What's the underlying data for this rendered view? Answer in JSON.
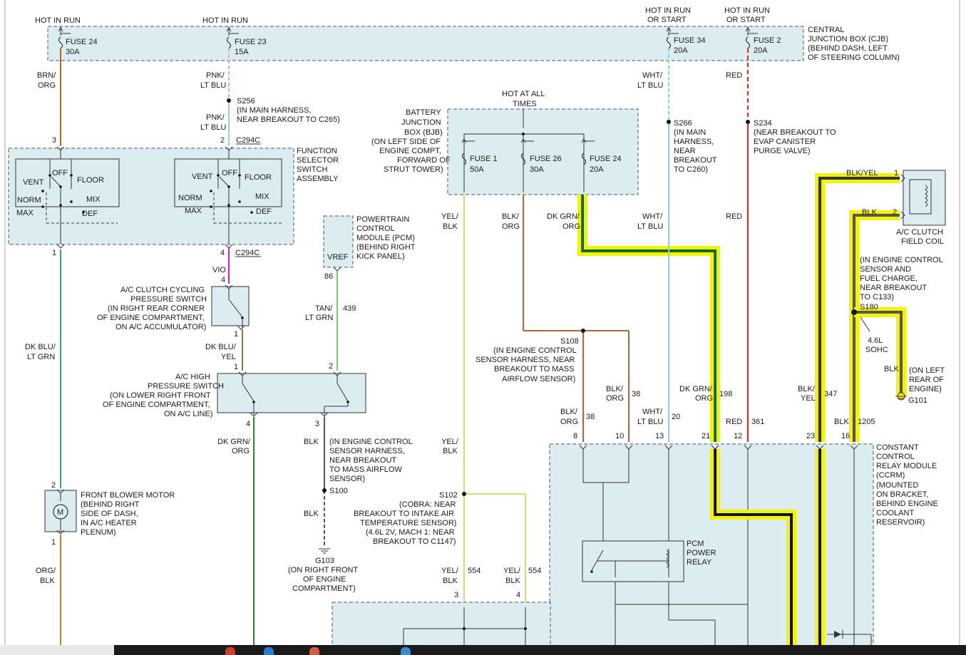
{
  "wire_colors": {
    "brn_org": "#b26a1c",
    "pnk_ltblu": "#e8a6c4",
    "ltblu": "#8fd0e6",
    "dkblu_ltgrn": "#3aa37a",
    "vio": "#d020d0",
    "dkblu_yel": "#8a7a40",
    "tan_ltgrn": "#7fcc6e",
    "yel_blk": "#d8d870",
    "blk_org": "#a86a3a",
    "dkgrn_org": "#2f8a2f",
    "dkgrn": "#0f6a2a",
    "blk_yel": "#333333",
    "blk": "#555555",
    "red": "#e82020",
    "highlight": "#f4f400"
  },
  "cjb": {
    "label": [
      "CENTRAL",
      "JUNCTION BOX (CJB)",
      "(BEHIND DASH, LEFT",
      "OF STEERING COLUMN)"
    ],
    "fuses": [
      {
        "hot": [
          "HOT IN RUN"
        ],
        "name": "FUSE 24",
        "amp": "30A"
      },
      {
        "hot": [
          "HOT IN RUN"
        ],
        "name": "FUSE 23",
        "amp": "15A"
      },
      {
        "hot": [
          "HOT IN RUN",
          "OR START"
        ],
        "name": "FUSE 34",
        "amp": "20A"
      },
      {
        "hot": [
          "HOT IN RUN",
          "OR START"
        ],
        "name": "FUSE 2",
        "amp": "20A"
      }
    ]
  },
  "wires": {
    "brn_org": [
      "BRN/",
      "ORG"
    ],
    "pnk_ltblu_1": [
      "PNK/",
      "LT BLU"
    ],
    "pnk_ltblu_2": [
      "PNK/",
      "LT BLU"
    ],
    "wht_ltblu_1": [
      "WHT/",
      "LT BLU"
    ],
    "red_1": "RED",
    "yel_blk_1": [
      "YEL/",
      "BLK"
    ],
    "blk_org_1": [
      "BLK/",
      "ORG"
    ],
    "dkgrn_org_1": [
      "DK GRN/",
      "ORG"
    ],
    "wht_ltblu_2": [
      "WHT/",
      "LT BLU"
    ],
    "red_2": "RED",
    "blk_yel_1": "BLK/YEL",
    "blk_1": "BLK",
    "vio": "VIO",
    "tan_ltgrn": [
      "TAN/",
      "LT GRN"
    ],
    "c439": "439",
    "dkblu_ltgrn": [
      "DK BLU/",
      "LT GRN"
    ],
    "dkblu_yel": [
      "DK BLU/",
      "YEL"
    ],
    "blk_org_2": [
      "BLK/",
      "ORG"
    ],
    "c38a": "38",
    "blk_org_3": [
      "BLK/",
      "ORG"
    ],
    "c38b": "38",
    "dkgrn_org_2": [
      "DK GRN/",
      "ORG"
    ],
    "c198": "198",
    "blk_yel_2": [
      "BLK/",
      "YEL"
    ],
    "c347": "347",
    "wht_ltblu_3": [
      "WHT/",
      "LT BLU"
    ],
    "c20": "20",
    "red_3": "RED",
    "c361": "361",
    "blk_2": "BLK",
    "c1205": "1205",
    "dkgrn_org_3": [
      "DK GRN/",
      "ORG"
    ],
    "blk_3": "BLK",
    "blk_4": "BLK",
    "yel_blk_2": [
      "YEL/",
      "BLK"
    ],
    "yel_blk_3": [
      "YEL/",
      "BLK"
    ],
    "c554a": "554",
    "yel_blk_4": [
      "YEL/",
      "BLK"
    ],
    "c554b": "554",
    "org_blk": [
      "ORG/",
      "BLK"
    ],
    "blk_5": "BLK"
  },
  "splices": {
    "s256": [
      "S256",
      "(IN MAIN HARNESS,",
      "NEAR BREAKOUT TO C265)"
    ],
    "s266": [
      "S266",
      "(IN MAIN",
      "HARNESS,",
      "NEAR",
      "BREAKOUT",
      "TO C260)"
    ],
    "s234": [
      "S234",
      "(NEAR BREAKOUT TO",
      "EVAP CANISTER",
      "PURGE VALVE)"
    ],
    "s108": [
      "S108",
      "(IN ENGINE CONTROL",
      "SENSOR HARNESS, NEAR",
      "BREAKOUT TO MASS",
      "AIRFLOW SENSOR)"
    ],
    "s180": [
      "S180"
    ],
    "s180_note": [
      "(IN ENGINE CONTROL",
      "SENSOR AND",
      "FUEL CHARGE,",
      "NEAR BREAKOUT",
      "TO C133)"
    ],
    "sohc": [
      "4.6L",
      "SOHC"
    ],
    "s100": [
      "S100"
    ],
    "s100_note": [
      "(IN ENGINE CONTROL",
      "SENSOR HARNESS,",
      "NEAR BREAKOUT",
      "TO MASS AIRFLOW",
      "SENSOR)"
    ],
    "s102": [
      "S102",
      "(COBRA: NEAR",
      "BREAKOUT TO INTAKE AIR",
      "TEMPERATURE SENSOR)",
      "(4.6L 2V, MACH 1: NEAR",
      "BREAKOUT TO C1147)"
    ]
  },
  "grounds": {
    "g103": [
      "G103",
      "(ON RIGHT FRONT",
      "OF ENGINE",
      "COMPARTMENT)"
    ],
    "g101": [
      "G101"
    ],
    "g101_note": [
      "(ON LEFT",
      "REAR OF",
      "ENGINE)"
    ]
  },
  "components": {
    "bjb": {
      "hot": [
        "HOT AT ALL",
        "TIMES"
      ],
      "label": [
        "BATTERY",
        "JUNCTION",
        "BOX (BJB)",
        "(ON LEFT SIDE OF",
        "ENGINE COMPT,",
        "FORWARD OF",
        "STRUT TOWER)"
      ],
      "fuses": [
        {
          "name": "FUSE 1",
          "amp": "50A"
        },
        {
          "name": "FUSE 26",
          "amp": "30A"
        },
        {
          "name": "FUSE 24",
          "amp": "20A"
        }
      ]
    },
    "selector": {
      "label": [
        "FUNCTION",
        "SELECTOR",
        "SWITCH",
        "ASSEMBLY"
      ],
      "connector": "C294C",
      "connector2": "C294C",
      "positions": {
        "vent": "VENT",
        "off": "OFF",
        "floor": "FLOOR",
        "norm": "NORM",
        "mix": "MIX",
        "max": "MAX",
        "def": "DEF"
      }
    },
    "pcm": {
      "label": [
        "POWERTRAIN",
        "CONTROL",
        "MODULE (PCM)",
        "(BEHIND RIGHT",
        "KICK PANEL)"
      ],
      "pin_name": "VREF",
      "pin": "86"
    },
    "cycling": {
      "label": [
        "A/C CLUTCH CYCLING",
        "PRESSURE SWITCH",
        "(IN RIGHT REAR CORNER",
        "OF ENGINE COMPARTMENT,",
        "ON A/C ACCUMULATOR)"
      ]
    },
    "high": {
      "label": [
        "A/C HIGH",
        "PRESSURE SWITCH",
        "(ON LOWER RIGHT FRONT",
        "OF ENGINE COMPARTMENT,",
        "ON A/C LINE)"
      ]
    },
    "clutch": {
      "label": [
        "A/C CLUTCH",
        "FIELD COIL"
      ]
    },
    "blower": {
      "label": [
        "FRONT BLOWER MOTOR",
        "(BEHIND RIGHT",
        "SIDE OF DASH,",
        "IN A/C HEATER",
        "PLENUM)"
      ],
      "symbol": "M"
    },
    "ccrm": {
      "label": [
        "CONSTANT",
        "CONTROL",
        "RELAY MODULE",
        "(CCRM)",
        "(MOUNTED",
        "ON BRACKET,",
        "BEHIND ENGINE",
        "COOLANT",
        "RESERVOIR)"
      ]
    },
    "relay": {
      "label": [
        "PCM",
        "POWER",
        "RELAY"
      ]
    }
  },
  "pins": {
    "p3a": "3",
    "p2a": "2",
    "p1a": "1",
    "p4a": "4",
    "p4b": "4",
    "p1b": "1",
    "p1c": "1",
    "p2b": "2",
    "p4c": "4",
    "p3b": "3",
    "p2c": "2",
    "p1d": "1",
    "p8": "8",
    "p10": "10",
    "p13": "13",
    "p21": "21",
    "p12": "12",
    "p23": "23",
    "p16": "16",
    "p3c": "3",
    "p4d": "4",
    "clutch1": "1",
    "clutch2": "2"
  }
}
